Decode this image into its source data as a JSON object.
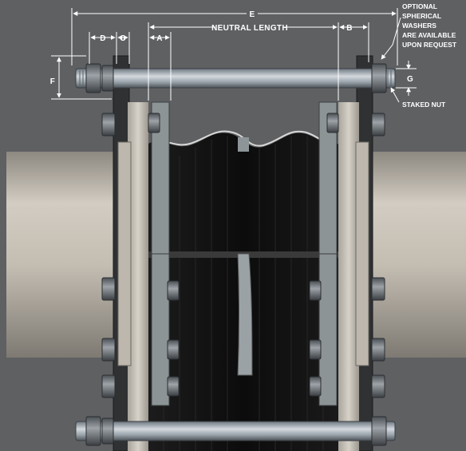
{
  "dimensions": {
    "e": "E",
    "neutral_length": "NEUTRAL LENGTH",
    "d": "D",
    "c": "C",
    "a": "A",
    "b": "B",
    "f": "F",
    "g": "G"
  },
  "callouts": {
    "washers_lines": [
      "OPTIONAL",
      "SPHERICAL",
      "WASHERS",
      "ARE AVAILABLE",
      "UPON REQUEST"
    ],
    "staked_nut": "STAKED NUT"
  },
  "colors": {
    "background": "#5f6062",
    "pipe": "#bfb8ad",
    "flange": "#2f3133",
    "rubber": "#111111",
    "plate": "#8c9496",
    "dimension_line": "#ffffff"
  }
}
